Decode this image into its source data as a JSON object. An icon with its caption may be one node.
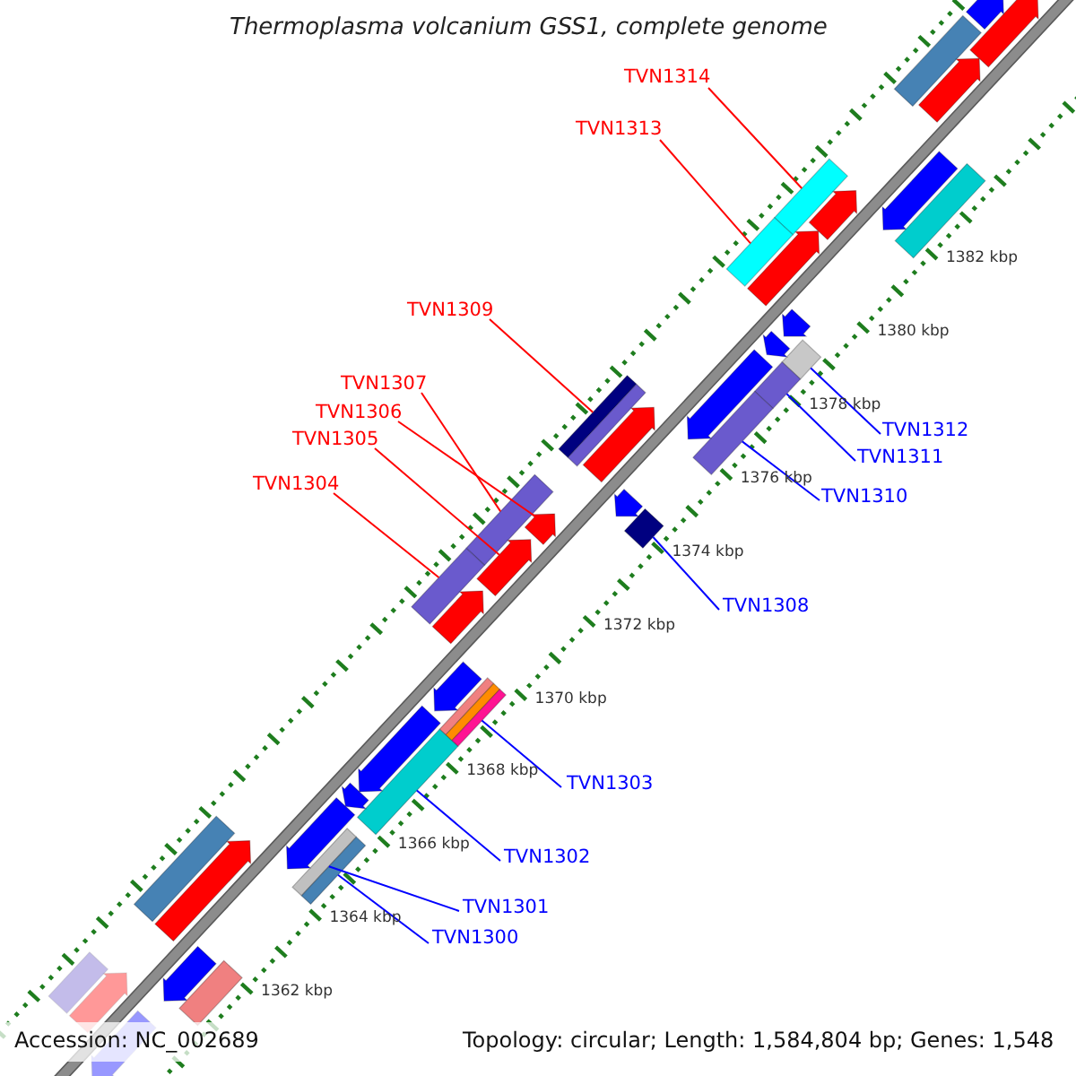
{
  "diagram": {
    "title": "Thermoplasma volcanium GSS1, complete genome",
    "nodes": [
      {
        "text": [
          "TVN1314"
        ]
      },
      {
        "text": [
          "TVN1313"
        ]
      },
      {
        "text": [
          "TVN1309"
        ]
      },
      {
        "text": [
          "TVN1312"
        ]
      },
      {
        "text": [
          "TVN1311"
        ]
      },
      {
        "text": [
          "TVN1307"
        ]
      },
      {
        "text": [
          "TVN1310"
        ]
      },
      {
        "text": [
          "TVN1306"
        ]
      },
      {
        "text": [
          "TVN1305"
        ]
      },
      {
        "text": [
          "TVN1304"
        ]
      },
      {
        "text": [
          "TVN1308"
        ]
      },
      {
        "text": [
          "TVN1303"
        ]
      },
      {
        "text": [
          "TVN1302"
        ]
      },
      {
        "text": [
          "TVN1301"
        ]
      },
      {
        "text": [
          "TVN1300"
        ]
      },
      {
        "text": [],
        "shape": "box"
      },
      {
        "text": [],
        "shape": "box"
      },
      {
        "text": [],
        "shape": "box"
      },
      {
        "text": [],
        "shape": "diamond"
      },
      {
        "text": [],
        "shape": "box"
      },
      {
        "text": [],
        "shape": "box"
      },
      {
        "text": [],
        "shape": "box"
      },
      {
        "text": [],
        "shape": "pentagon"
      },
      {
        "text": [],
        "shape": "pentagon"
      },
      {
        "text": [],
        "shape": "box"
      },
      {
        "text": [],
        "shape": "diamond"
      },
      {
        "text": [],
        "shape": "box"
      },
      {
        "text": [],
        "shape": "box"
      },
      {
        "text": [],
        "shape": "box"
      },
      {
        "text": [],
        "shape": "box"
      },
      {
        "text": [],
        "shape": "box"
      },
      {
        "text": [],
        "shape": "pentagon"
      },
      {
        "text": [],
        "shape": "pentagon"
      },
      {
        "text": [],
        "shape": "box"
      },
      {
        "text": [],
        "shape": "pentagon"
      },
      {
        "text": [],
        "shape": "pentagon"
      },
      {
        "text": [],
        "shape": "pentagon"
      },
      {
        "text": [],
        "shape": "box"
      },
      {
        "text": [],
        "shape": "pentagon"
      },
      {
        "text": [],
        "shape": "pentagon"
      },
      {
        "text": [],
        "shape": "pentagon"
      },
      {
        "text": [],
        "shape": "pentagon"
      },
      {
        "text": [],
        "shape": "box"
      },
      {
        "text": [],
        "shape": "pentagon"
      },
      {
        "text": [],
        "shape": "pentagon"
      },
      {
        "text": [],
        "shape": "pentagon"
      },
      {
        "text": [],
        "shape": "pentagon"
      },
      {
        "text": [],
        "shape": "pentagon"
      },
      {
        "text": [],
        "shape": "pentagon"
      },
      {
        "text": [],
        "shape": "pentagon"
      },
      {
        "text": [],
        "shape": "pentagon"
      },
      {
        "text": [],
        "shape": "pentagon"
      },
      {
        "text": [],
        "shape": "box"
      },
      {
        "text": [],
        "shape": "box"
      },
      {
        "text": [],
        "shape": "pentagon"
      },
      {
        "text": [],
        "shape": "pentagon"
      }
    ],
    "edges": [
      {
        "from": 0,
        "to": 15,
        "arrow": "none",
        "color": "#ff0000"
      },
      {
        "from": 1,
        "to": 16,
        "arrow": "none",
        "color": "#ff0000"
      },
      {
        "from": 2,
        "to": 17,
        "arrow": "none",
        "color": "#ff0000"
      },
      {
        "from": 3,
        "to": 18,
        "arrow": "none"
      },
      {
        "from": 4,
        "to": 19,
        "arrow": "none"
      },
      {
        "from": 5,
        "to": 20,
        "arrow": "none",
        "color": "#ff0000"
      },
      {
        "from": 6,
        "to": 21,
        "arrow": "none"
      },
      {
        "from": 7,
        "to": 22,
        "arrow": "none",
        "color": "#ff0000"
      },
      {
        "from": 8,
        "to": 23,
        "arrow": "none",
        "color": "#ff0000"
      },
      {
        "from": 9,
        "to": 24,
        "arrow": "none",
        "color": "#ff0000"
      },
      {
        "from": 10,
        "to": 25,
        "arrow": "none"
      },
      {
        "from": 11,
        "to": 26,
        "arrow": "none"
      },
      {
        "from": 12,
        "to": 27,
        "arrow": "none"
      },
      {
        "from": 13,
        "to": 28,
        "arrow": "none"
      },
      {
        "from": 14,
        "to": 29,
        "arrow": "none"
      }
    ],
    "labels": [
      "1382 kbp",
      "1380 kbp",
      "1378 kbp",
      "1376 kbp",
      "1374 kbp",
      "1372 kbp",
      "1370 kbp",
      "1368 kbp",
      "1366 kbp",
      "1364 kbp",
      "1362 kbp",
      "Accession: NC_002689",
      "Topology: circular; Length: 1,584,804 bp; Genes: 1,548"
    ]
  }
}
